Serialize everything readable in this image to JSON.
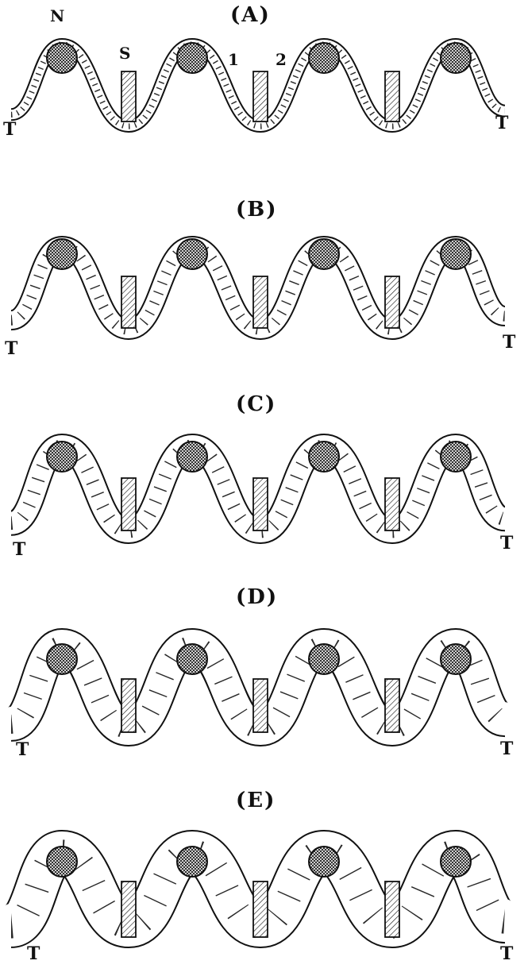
{
  "figure": {
    "ink_color": "#111111",
    "background_color": "#ffffff",
    "panels": [
      {
        "id": "A",
        "title": "(A)",
        "end_left": "T",
        "end_right": "T",
        "extra_labels": {
          "N": "N",
          "S": "S",
          "one": "1",
          "two": "2"
        }
      },
      {
        "id": "B",
        "title": "(B)",
        "end_left": "T",
        "end_right": "T"
      },
      {
        "id": "C",
        "title": "(C)",
        "end_left": "T",
        "end_right": "T"
      },
      {
        "id": "D",
        "title": "(D)",
        "end_left": "T",
        "end_right": "T"
      },
      {
        "id": "E",
        "title": "(E)",
        "end_left": "T",
        "end_right": "T"
      }
    ]
  }
}
